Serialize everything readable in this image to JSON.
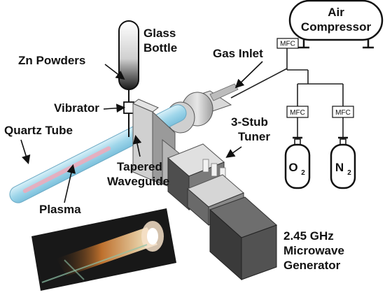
{
  "labels": {
    "air_compressor_line1": "Air",
    "air_compressor_line2": "Compressor",
    "glass_bottle_line1": "Glass",
    "glass_bottle_line2": "Bottle",
    "zn_powders": "Zn Powders",
    "gas_inlet": "Gas Inlet",
    "vibrator": "Vibrator",
    "quartz_tube": "Quartz Tube",
    "three_stub_line1": "3-Stub",
    "three_stub_line2": "Tuner",
    "tapered_line1": "Tapered",
    "tapered_line2": "Waveguide",
    "plasma": "Plasma",
    "generator_line1": "2.45 GHz",
    "generator_line2": "Microwave",
    "generator_line3": "Generator",
    "mfc": "MFC",
    "o2_main": "O",
    "o2_sub": "2",
    "n2_main": "N",
    "n2_sub": "2"
  },
  "colors": {
    "quartz_tube": "#a8dcec",
    "plasma": "#f0a8b8",
    "metal_light": "#c8c8c8",
    "metal_dark": "#5a5a5a",
    "generator": "#4a4a4a",
    "photo_bg": "#1a1a1a"
  }
}
